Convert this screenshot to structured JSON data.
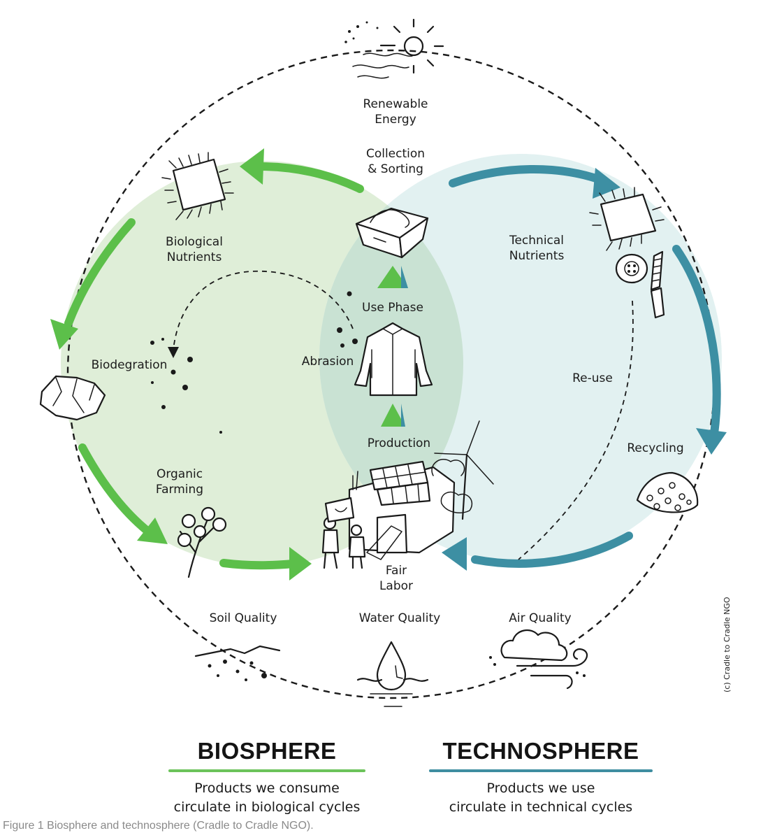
{
  "colors": {
    "bio_fill": "#dfeed8",
    "tech_fill": "#e2f1f1",
    "overlap_fill": "#c9e2d3",
    "bio_arrow": "#5cbf4a",
    "tech_arrow": "#3d8fa3",
    "bio_rule": "#6cc35a",
    "tech_rule": "#3f8da0"
  },
  "labels": {
    "renewable_energy_1": "Renewable",
    "renewable_energy_2": "Energy",
    "collection_1": "Collection",
    "collection_2": "& Sorting",
    "biological_nutrients_1": "Biological",
    "biological_nutrients_2": "Nutrients",
    "technical_nutrients_1": "Technical",
    "technical_nutrients_2": "Nutrients",
    "use_phase": "Use Phase",
    "abrasion": "Abrasion",
    "biodegration": "Biodegration",
    "reuse": "Re-use",
    "production": "Production",
    "recycling": "Recycling",
    "organic_farming_1": "Organic",
    "organic_farming_2": "Farming",
    "fair_labor_1": "Fair",
    "fair_labor_2": "Labor",
    "soil_quality": "Soil Quality",
    "water_quality": "Water Quality",
    "air_quality": "Air Quality"
  },
  "legend": {
    "biosphere": {
      "title": "BIOSPHERE",
      "line1": "Products we consume",
      "line2": "circulate in biological cycles"
    },
    "technosphere": {
      "title": "TECHNOSPHERE",
      "line1": "Products we use",
      "line2": "circulate in technical cycles"
    }
  },
  "copyright": "(c) Cradle to Cradle NGO",
  "caption": "Figure 1 Biosphere and technosphere (Cradle to Cradle NGO)."
}
